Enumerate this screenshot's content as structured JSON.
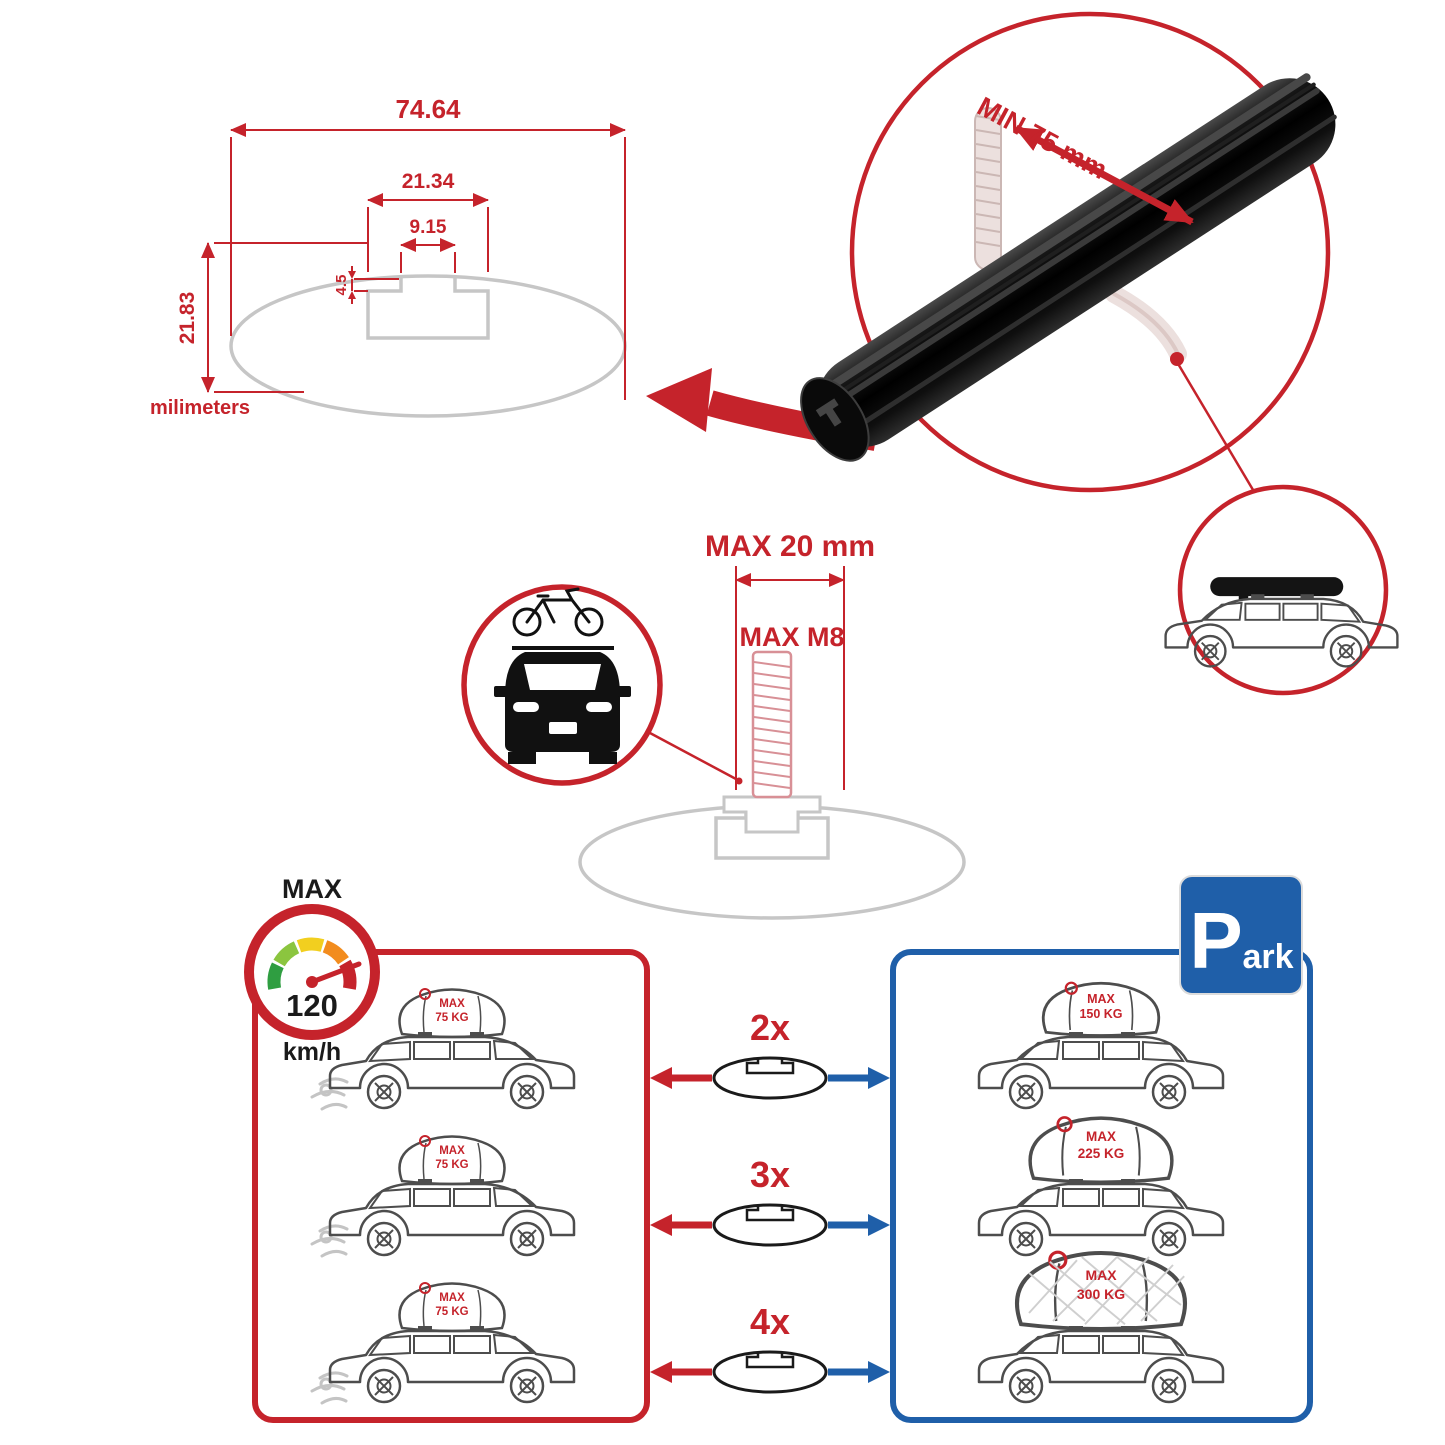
{
  "colors": {
    "red": "#C5232B",
    "blue": "#1F5FA9",
    "gray": "#C6C6C6",
    "black": "#1A1A1A"
  },
  "profile_drawing": {
    "total_width": "74.64",
    "channel_width": "21.34",
    "slot_width": "9.15",
    "lip_depth": "4.5",
    "total_height": "21.83",
    "units_label": "milimeters"
  },
  "crossbar_detail": {
    "min_span_label": "MIN 75 mm"
  },
  "bolt_detail": {
    "max_length_label": "MAX 20 mm",
    "max_thread_label": "MAX M8"
  },
  "speed_gauge": {
    "title": "MAX",
    "value": "120",
    "unit": "km/h"
  },
  "driving_panel": {
    "cars": [
      {
        "load_line1": "MAX",
        "load_line2": "75 KG"
      },
      {
        "load_line1": "MAX",
        "load_line2": "75 KG"
      },
      {
        "load_line1": "MAX",
        "load_line2": "75 KG"
      }
    ]
  },
  "parked_panel": {
    "cars": [
      {
        "load_line1": "MAX",
        "load_line2": "150 KG"
      },
      {
        "load_line1": "MAX",
        "load_line2": "225 KG"
      },
      {
        "load_line1": "MAX",
        "load_line2": "300 KG"
      }
    ]
  },
  "bar_multipliers": [
    "2x",
    "3x",
    "4x"
  ],
  "park_sign": {
    "letter": "P",
    "suffix": "ark"
  }
}
